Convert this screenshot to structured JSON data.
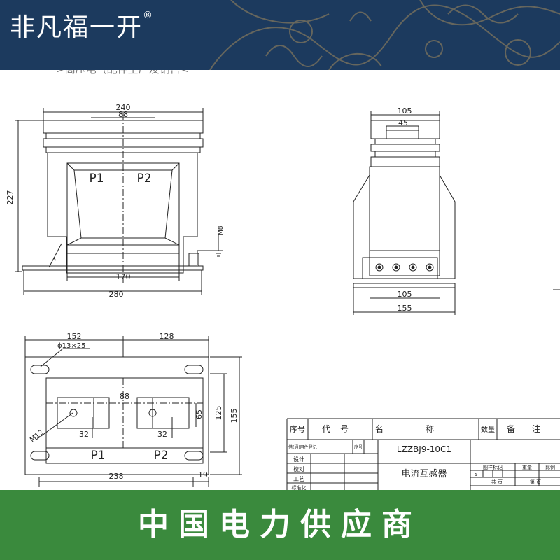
{
  "header": {
    "brand": "非凡福一开",
    "registered": "®",
    "subline": ">高压电气配件生产及销售<",
    "bg_color": "#1c3a5e"
  },
  "front_view": {
    "dim_total_width": "240",
    "dim_inner_width": "88",
    "dim_height": "227",
    "dim_window_width": "170",
    "dim_base_width": "280",
    "label_p1": "P1",
    "label_p2": "P2",
    "ground_label": "M8"
  },
  "side_view": {
    "dim_top_width": "105",
    "dim_terminal_width": "45",
    "dim_bottom_inner": "105",
    "dim_base_width": "155"
  },
  "top_view": {
    "dim_left": "152",
    "dim_right": "128",
    "hole_spec": "ϕ13×25",
    "dim_center": "88",
    "dim_terminal_left": "32",
    "dim_terminal_right": "32",
    "dim_inner_height": "65",
    "dim_height_125": "125",
    "dim_height_155": "155",
    "dim_bottom_width": "238",
    "dim_right_offset": "19",
    "bolt_label": "M12",
    "label_p1": "P1",
    "label_p2": "P2"
  },
  "title_block": {
    "col_no": "序号",
    "col_code": "代号",
    "col_name": "名称",
    "col_qty": "数量",
    "col_note": "备注",
    "row_ref_code": "借(通)用件登记",
    "row_seq": "序号",
    "model": "LZZBJ9-10C1",
    "product_name": "电流互感器",
    "row_design": "设计",
    "row_check": "校对",
    "row_process": "工艺",
    "row_standard": "标准化",
    "stage_label": "图样标记",
    "weight_label": "重量",
    "scale_label": "比例",
    "stage_value": "S",
    "total_pages": "共 页",
    "page_no": "第 页"
  },
  "footer": {
    "text": "中国电力供应商",
    "bg_color": "#3a8a3d"
  }
}
